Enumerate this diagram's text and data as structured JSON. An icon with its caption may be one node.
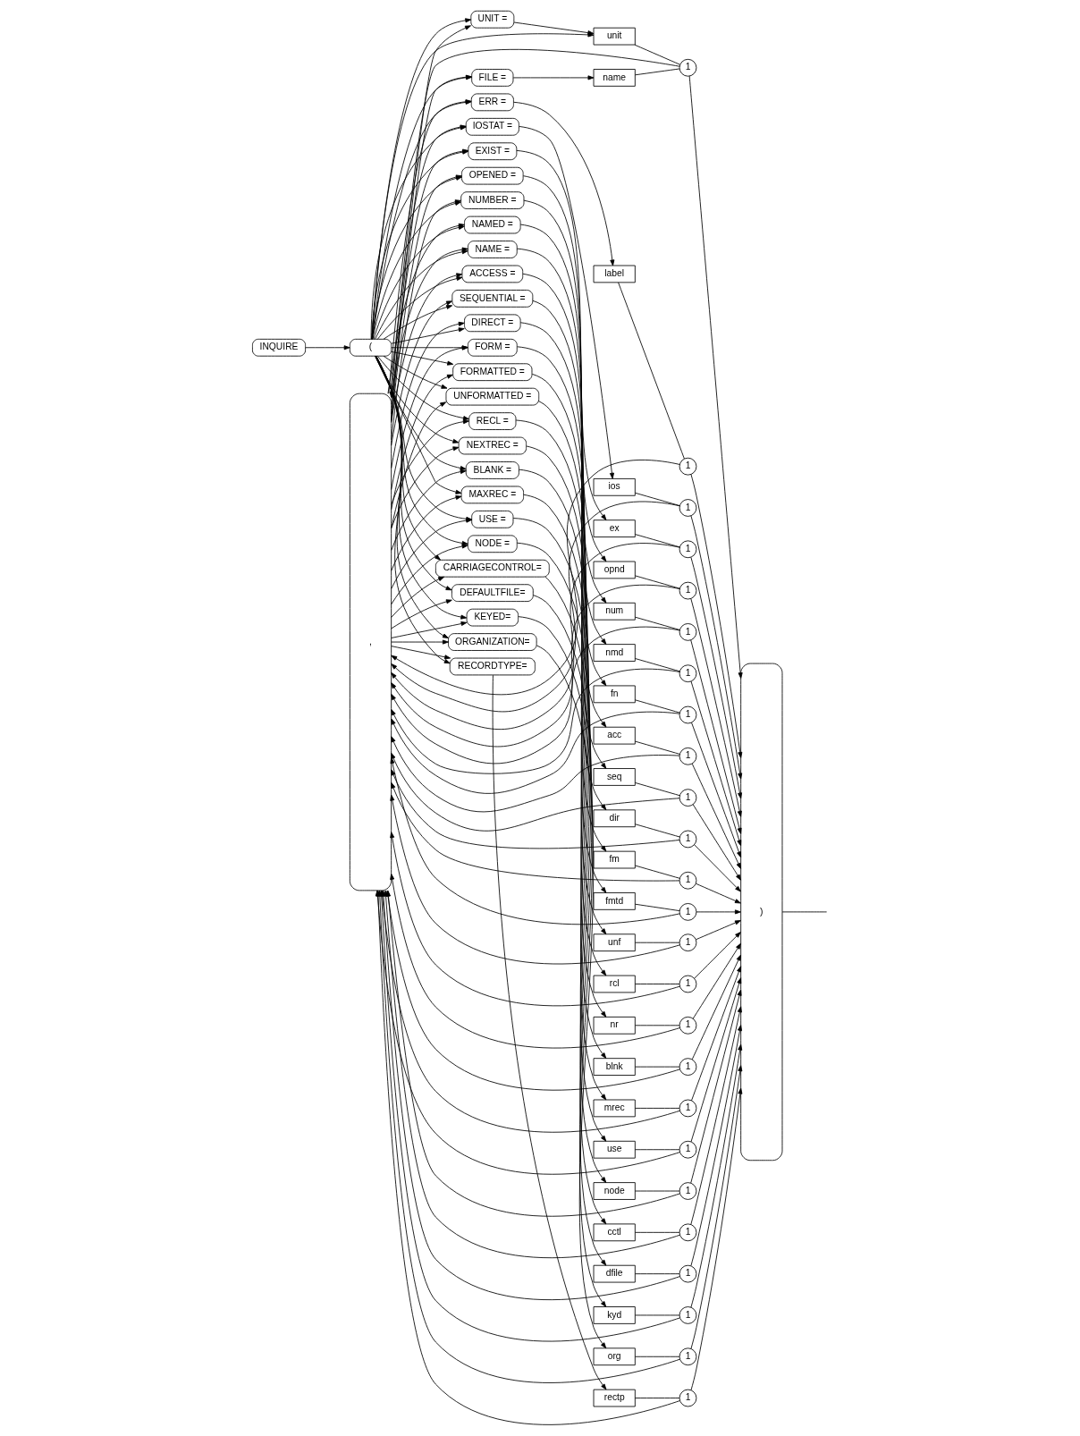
{
  "diagram": {
    "nodes": [
      {
        "text": [
          "INQUIRE"
        ]
      },
      {
        "text": [
          "("
        ]
      },
      {
        "text": [
          ")"
        ]
      },
      {
        "text": [
          "UNIT ="
        ]
      },
      {
        "text": [
          "unit"
        ]
      },
      {
        "text": [
          "1"
        ]
      },
      {
        "text": [
          "FILE ="
        ]
      },
      {
        "text": [
          "name"
        ]
      },
      {
        "text": [
          "ERR ="
        ]
      },
      {
        "text": [
          "label"
        ]
      },
      {
        "text": [
          "1"
        ]
      },
      {
        "text": [
          "IOSTAT ="
        ]
      },
      {
        "text": [
          "ios"
        ]
      },
      {
        "text": [
          "1"
        ]
      },
      {
        "text": [
          "EXIST ="
        ]
      },
      {
        "text": [
          "ex"
        ]
      },
      {
        "text": [
          "1"
        ]
      },
      {
        "text": [
          "OPENED ="
        ]
      },
      {
        "text": [
          "opnd"
        ]
      },
      {
        "text": [
          "1"
        ]
      },
      {
        "text": [
          "NUMBER ="
        ]
      },
      {
        "text": [
          "num"
        ]
      },
      {
        "text": [
          "1"
        ]
      },
      {
        "text": [
          "NAMED ="
        ]
      },
      {
        "text": [
          "nmd"
        ]
      },
      {
        "text": [
          "1"
        ]
      },
      {
        "text": [
          "NAME ="
        ]
      },
      {
        "text": [
          "fn"
        ]
      },
      {
        "text": [
          "1"
        ]
      },
      {
        "text": [
          "ACCESS ="
        ]
      },
      {
        "text": [
          "acc"
        ]
      },
      {
        "text": [
          "1"
        ]
      },
      {
        "text": [
          "SEQUENTIAL ="
        ]
      },
      {
        "text": [
          "seq"
        ]
      },
      {
        "text": [
          "1"
        ]
      },
      {
        "text": [
          "DIRECT ="
        ]
      },
      {
        "text": [
          "dir"
        ]
      },
      {
        "text": [
          "1"
        ]
      },
      {
        "text": [
          "FORM ="
        ]
      },
      {
        "text": [
          "fm"
        ]
      },
      {
        "text": [
          "1"
        ]
      },
      {
        "text": [
          "FORMATTED ="
        ]
      },
      {
        "text": [
          "fmtd"
        ]
      },
      {
        "text": [
          "1"
        ]
      },
      {
        "text": [
          "UNFORMATTED ="
        ]
      },
      {
        "text": [
          "unf"
        ]
      },
      {
        "text": [
          "1"
        ]
      },
      {
        "text": [
          "RECL ="
        ]
      },
      {
        "text": [
          "rcl"
        ]
      },
      {
        "text": [
          "1"
        ]
      },
      {
        "text": [
          "NEXTREC ="
        ]
      },
      {
        "text": [
          "nr"
        ]
      },
      {
        "text": [
          "1"
        ]
      },
      {
        "text": [
          "BLANK ="
        ]
      },
      {
        "text": [
          "blnk"
        ]
      },
      {
        "text": [
          "1"
        ]
      },
      {
        "text": [
          "MAXREC ="
        ]
      },
      {
        "text": [
          "mrec"
        ]
      },
      {
        "text": [
          "1"
        ]
      },
      {
        "text": [
          "USE ="
        ]
      },
      {
        "text": [
          "use"
        ]
      },
      {
        "text": [
          "1"
        ]
      },
      {
        "text": [
          "NODE ="
        ]
      },
      {
        "text": [
          "node"
        ]
      },
      {
        "text": [
          "1"
        ]
      },
      {
        "text": [
          "CARRIAGECONTROL="
        ]
      },
      {
        "text": [
          "cctl"
        ]
      },
      {
        "text": [
          "1"
        ]
      },
      {
        "text": [
          "DEFAULTFILE="
        ]
      },
      {
        "text": [
          "dfile"
        ]
      },
      {
        "text": [
          "1"
        ]
      },
      {
        "text": [
          "KEYED="
        ]
      },
      {
        "text": [
          "kyd"
        ]
      },
      {
        "text": [
          "1"
        ]
      },
      {
        "text": [
          "ORGANIZATION="
        ]
      },
      {
        "text": [
          "org"
        ]
      },
      {
        "text": [
          "1"
        ]
      },
      {
        "text": [
          "RECORDTYPE="
        ]
      },
      {
        "text": [
          "rectp"
        ]
      },
      {
        "text": [
          "1"
        ]
      },
      {
        "text": [
          ","
        ]
      }
    ],
    "edges": [
      {
        "from": 0,
        "to": 1,
        "arrow": "to"
      },
      {
        "from": 1,
        "to": 3,
        "arrow": "to"
      },
      {
        "from": 80,
        "to": 3,
        "arrow": "to"
      },
      {
        "from": 3,
        "to": 4,
        "arrow": "to"
      },
      {
        "from": 1,
        "to": 4,
        "arrow": "to"
      },
      {
        "from": 4,
        "to": 5,
        "arrow": "none"
      },
      {
        "from": 5,
        "to": 2,
        "arrow": "to"
      },
      {
        "from": 5,
        "to": 80,
        "arrow": "to"
      },
      {
        "from": 1,
        "to": 6,
        "arrow": "to"
      },
      {
        "from": 80,
        "to": 6,
        "arrow": "to"
      },
      {
        "from": 6,
        "to": 7,
        "arrow": "to"
      },
      {
        "from": 7,
        "to": 5,
        "arrow": "none"
      },
      {
        "from": 1,
        "to": 8,
        "arrow": "to"
      },
      {
        "from": 80,
        "to": 8,
        "arrow": "to"
      },
      {
        "from": 8,
        "to": 9,
        "arrow": "to"
      },
      {
        "from": 9,
        "to": 10,
        "arrow": "none"
      },
      {
        "from": 10,
        "to": 2,
        "arrow": "to"
      },
      {
        "from": 10,
        "to": 80,
        "arrow": "to"
      },
      {
        "from": 1,
        "to": 11,
        "arrow": "to"
      },
      {
        "from": 80,
        "to": 11,
        "arrow": "to"
      },
      {
        "from": 11,
        "to": 12,
        "arrow": "to"
      },
      {
        "from": 12,
        "to": 13,
        "arrow": "none"
      },
      {
        "from": 13,
        "to": 2,
        "arrow": "to"
      },
      {
        "from": 13,
        "to": 80,
        "arrow": "to"
      },
      {
        "from": 1,
        "to": 14,
        "arrow": "to"
      },
      {
        "from": 80,
        "to": 14,
        "arrow": "to"
      },
      {
        "from": 14,
        "to": 15,
        "arrow": "to"
      },
      {
        "from": 15,
        "to": 16,
        "arrow": "none"
      },
      {
        "from": 16,
        "to": 2,
        "arrow": "to"
      },
      {
        "from": 16,
        "to": 80,
        "arrow": "to"
      },
      {
        "from": 1,
        "to": 17,
        "arrow": "to"
      },
      {
        "from": 80,
        "to": 17,
        "arrow": "to"
      },
      {
        "from": 17,
        "to": 18,
        "arrow": "to"
      },
      {
        "from": 18,
        "to": 19,
        "arrow": "none"
      },
      {
        "from": 19,
        "to": 2,
        "arrow": "to"
      },
      {
        "from": 19,
        "to": 80,
        "arrow": "to"
      },
      {
        "from": 1,
        "to": 20,
        "arrow": "to"
      },
      {
        "from": 80,
        "to": 20,
        "arrow": "to"
      },
      {
        "from": 20,
        "to": 21,
        "arrow": "to"
      },
      {
        "from": 21,
        "to": 22,
        "arrow": "none"
      },
      {
        "from": 22,
        "to": 2,
        "arrow": "to"
      },
      {
        "from": 22,
        "to": 80,
        "arrow": "to"
      },
      {
        "from": 1,
        "to": 23,
        "arrow": "to"
      },
      {
        "from": 80,
        "to": 23,
        "arrow": "to"
      },
      {
        "from": 23,
        "to": 24,
        "arrow": "to"
      },
      {
        "from": 24,
        "to": 25,
        "arrow": "none"
      },
      {
        "from": 25,
        "to": 2,
        "arrow": "to"
      },
      {
        "from": 25,
        "to": 80,
        "arrow": "to"
      },
      {
        "from": 1,
        "to": 26,
        "arrow": "to"
      },
      {
        "from": 80,
        "to": 26,
        "arrow": "to"
      },
      {
        "from": 26,
        "to": 27,
        "arrow": "to"
      },
      {
        "from": 27,
        "to": 28,
        "arrow": "none"
      },
      {
        "from": 28,
        "to": 2,
        "arrow": "to"
      },
      {
        "from": 28,
        "to": 80,
        "arrow": "to"
      },
      {
        "from": 1,
        "to": 29,
        "arrow": "to"
      },
      {
        "from": 80,
        "to": 29,
        "arrow": "to"
      },
      {
        "from": 29,
        "to": 30,
        "arrow": "to"
      },
      {
        "from": 30,
        "to": 31,
        "arrow": "none"
      },
      {
        "from": 31,
        "to": 2,
        "arrow": "to"
      },
      {
        "from": 31,
        "to": 80,
        "arrow": "to"
      },
      {
        "from": 1,
        "to": 32,
        "arrow": "to"
      },
      {
        "from": 80,
        "to": 32,
        "arrow": "to"
      },
      {
        "from": 32,
        "to": 33,
        "arrow": "to"
      },
      {
        "from": 33,
        "to": 34,
        "arrow": "none"
      },
      {
        "from": 34,
        "to": 2,
        "arrow": "to"
      },
      {
        "from": 34,
        "to": 80,
        "arrow": "to"
      },
      {
        "from": 1,
        "to": 35,
        "arrow": "to"
      },
      {
        "from": 80,
        "to": 35,
        "arrow": "to"
      },
      {
        "from": 35,
        "to": 36,
        "arrow": "to"
      },
      {
        "from": 36,
        "to": 37,
        "arrow": "none"
      },
      {
        "from": 37,
        "to": 2,
        "arrow": "to"
      },
      {
        "from": 37,
        "to": 80,
        "arrow": "to"
      },
      {
        "from": 1,
        "to": 38,
        "arrow": "to"
      },
      {
        "from": 80,
        "to": 38,
        "arrow": "to"
      },
      {
        "from": 38,
        "to": 39,
        "arrow": "to"
      },
      {
        "from": 39,
        "to": 40,
        "arrow": "none"
      },
      {
        "from": 40,
        "to": 2,
        "arrow": "to"
      },
      {
        "from": 40,
        "to": 80,
        "arrow": "to"
      },
      {
        "from": 1,
        "to": 41,
        "arrow": "to"
      },
      {
        "from": 80,
        "to": 41,
        "arrow": "to"
      },
      {
        "from": 41,
        "to": 42,
        "arrow": "to"
      },
      {
        "from": 42,
        "to": 43,
        "arrow": "none"
      },
      {
        "from": 43,
        "to": 2,
        "arrow": "to"
      },
      {
        "from": 43,
        "to": 80,
        "arrow": "to"
      },
      {
        "from": 1,
        "to": 44,
        "arrow": "to"
      },
      {
        "from": 80,
        "to": 44,
        "arrow": "to"
      },
      {
        "from": 44,
        "to": 45,
        "arrow": "to"
      },
      {
        "from": 45,
        "to": 46,
        "arrow": "none"
      },
      {
        "from": 46,
        "to": 2,
        "arrow": "to"
      },
      {
        "from": 46,
        "to": 80,
        "arrow": "to"
      },
      {
        "from": 1,
        "to": 47,
        "arrow": "to"
      },
      {
        "from": 80,
        "to": 47,
        "arrow": "to"
      },
      {
        "from": 47,
        "to": 48,
        "arrow": "to"
      },
      {
        "from": 48,
        "to": 49,
        "arrow": "none"
      },
      {
        "from": 49,
        "to": 2,
        "arrow": "to"
      },
      {
        "from": 49,
        "to": 80,
        "arrow": "to"
      },
      {
        "from": 1,
        "to": 50,
        "arrow": "to"
      },
      {
        "from": 80,
        "to": 50,
        "arrow": "to"
      },
      {
        "from": 50,
        "to": 51,
        "arrow": "to"
      },
      {
        "from": 51,
        "to": 52,
        "arrow": "none"
      },
      {
        "from": 52,
        "to": 2,
        "arrow": "to"
      },
      {
        "from": 52,
        "to": 80,
        "arrow": "to"
      },
      {
        "from": 1,
        "to": 53,
        "arrow": "to"
      },
      {
        "from": 80,
        "to": 53,
        "arrow": "to"
      },
      {
        "from": 53,
        "to": 54,
        "arrow": "to"
      },
      {
        "from": 54,
        "to": 55,
        "arrow": "none"
      },
      {
        "from": 55,
        "to": 2,
        "arrow": "to"
      },
      {
        "from": 55,
        "to": 80,
        "arrow": "to"
      },
      {
        "from": 1,
        "to": 56,
        "arrow": "to"
      },
      {
        "from": 80,
        "to": 56,
        "arrow": "to"
      },
      {
        "from": 56,
        "to": 57,
        "arrow": "to"
      },
      {
        "from": 57,
        "to": 58,
        "arrow": "none"
      },
      {
        "from": 58,
        "to": 2,
        "arrow": "to"
      },
      {
        "from": 58,
        "to": 80,
        "arrow": "to"
      },
      {
        "from": 1,
        "to": 59,
        "arrow": "to"
      },
      {
        "from": 80,
        "to": 59,
        "arrow": "to"
      },
      {
        "from": 59,
        "to": 60,
        "arrow": "to"
      },
      {
        "from": 60,
        "to": 61,
        "arrow": "none"
      },
      {
        "from": 61,
        "to": 2,
        "arrow": "to"
      },
      {
        "from": 61,
        "to": 80,
        "arrow": "to"
      },
      {
        "from": 1,
        "to": 62,
        "arrow": "to"
      },
      {
        "from": 80,
        "to": 62,
        "arrow": "to"
      },
      {
        "from": 62,
        "to": 63,
        "arrow": "to"
      },
      {
        "from": 63,
        "to": 64,
        "arrow": "none"
      },
      {
        "from": 64,
        "to": 2,
        "arrow": "to"
      },
      {
        "from": 64,
        "to": 80,
        "arrow": "to"
      },
      {
        "from": 1,
        "to": 65,
        "arrow": "to"
      },
      {
        "from": 80,
        "to": 65,
        "arrow": "to"
      },
      {
        "from": 65,
        "to": 66,
        "arrow": "to"
      },
      {
        "from": 66,
        "to": 67,
        "arrow": "none"
      },
      {
        "from": 67,
        "to": 2,
        "arrow": "to"
      },
      {
        "from": 67,
        "to": 80,
        "arrow": "to"
      },
      {
        "from": 1,
        "to": 68,
        "arrow": "to"
      },
      {
        "from": 80,
        "to": 68,
        "arrow": "to"
      },
      {
        "from": 68,
        "to": 69,
        "arrow": "to"
      },
      {
        "from": 69,
        "to": 70,
        "arrow": "none"
      },
      {
        "from": 70,
        "to": 2,
        "arrow": "to"
      },
      {
        "from": 70,
        "to": 80,
        "arrow": "to"
      },
      {
        "from": 1,
        "to": 71,
        "arrow": "to"
      },
      {
        "from": 80,
        "to": 71,
        "arrow": "to"
      },
      {
        "from": 71,
        "to": 72,
        "arrow": "to"
      },
      {
        "from": 72,
        "to": 73,
        "arrow": "none"
      },
      {
        "from": 73,
        "to": 2,
        "arrow": "to"
      },
      {
        "from": 73,
        "to": 80,
        "arrow": "to"
      },
      {
        "from": 1,
        "to": 74,
        "arrow": "to"
      },
      {
        "from": 80,
        "to": 74,
        "arrow": "to"
      },
      {
        "from": 74,
        "to": 75,
        "arrow": "to"
      },
      {
        "from": 75,
        "to": 76,
        "arrow": "none"
      },
      {
        "from": 76,
        "to": 2,
        "arrow": "to"
      },
      {
        "from": 76,
        "to": 80,
        "arrow": "to"
      },
      {
        "from": 1,
        "to": 77,
        "arrow": "to"
      },
      {
        "from": 80,
        "to": 77,
        "arrow": "to"
      },
      {
        "from": 77,
        "to": 78,
        "arrow": "to"
      },
      {
        "from": 78,
        "to": 79,
        "arrow": "none"
      },
      {
        "from": 79,
        "to": 2,
        "arrow": "to"
      },
      {
        "from": 79,
        "to": 80,
        "arrow": "to"
      },
      {
        "from": 2,
        "to": null,
        "arrow": "none"
      }
    ]
  }
}
